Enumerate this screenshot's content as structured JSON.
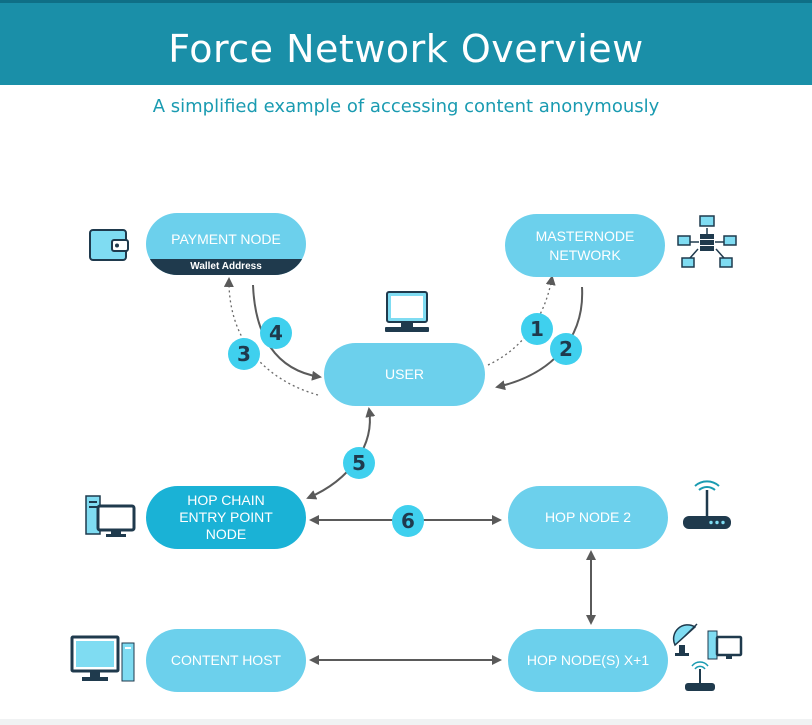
{
  "header": {
    "title": "Force Network Overview",
    "subtitle": "A simplified example of accessing content anonymously"
  },
  "nodes": {
    "payment": {
      "label": "PAYMENT NODE",
      "sublabel": "Wallet Address"
    },
    "masternode": {
      "label": "MASTERNODE\nNETWORK"
    },
    "user": {
      "label": "USER"
    },
    "entry": {
      "label": "HOP CHAIN\nENTRY POINT\nNODE"
    },
    "hop2": {
      "label": "HOP NODE 2"
    },
    "content": {
      "label": "CONTENT HOST"
    },
    "hopx": {
      "label": "HOP NODE(S) X+1"
    }
  },
  "steps": [
    "1",
    "2",
    "3",
    "4",
    "5",
    "6"
  ],
  "icons": {
    "wallet": "wallet-icon",
    "network": "network-icon",
    "user": "laptop-icon",
    "entry": "desktop-computer-icon",
    "hop2": "wifi-router-icon",
    "content": "monitor-icon",
    "hopx": "satellite-router-icon"
  },
  "colors": {
    "header": "#1a8fa8",
    "node_light": "#6cd0ec",
    "node_dark": "#1ab2d6",
    "badge": "#3fd0ee",
    "arrow": "#5a5a5a",
    "wallet_bar": "#1f3a4d"
  }
}
